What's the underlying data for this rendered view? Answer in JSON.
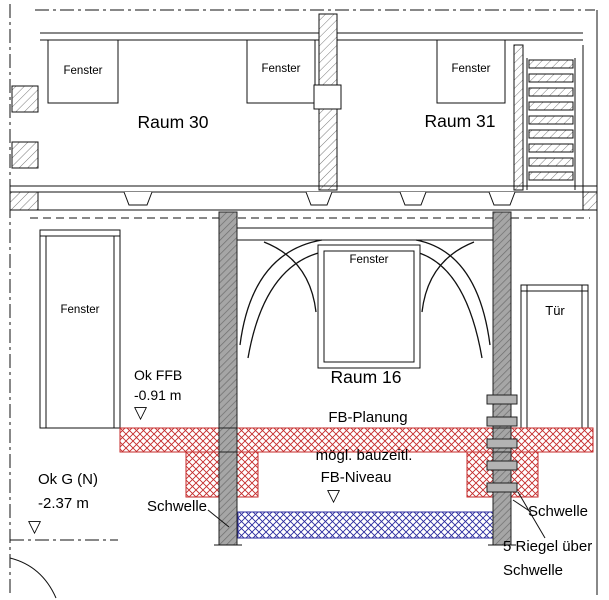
{
  "drawing": {
    "upper": {
      "window1": "Fenster",
      "room30": "Raum 30",
      "window2": "Fenster",
      "room31": "Raum 31",
      "window3": "Fenster"
    },
    "lower": {
      "window_left": "Fenster",
      "ok_ffb_label": "Ok FFB",
      "ok_ffb_value": "-0.91 m",
      "window_center": "Fenster",
      "room16": "Raum 16",
      "fb_planung": "FB-Planung",
      "door": "Tür",
      "ok_g_label": "Ok G (N)",
      "ok_g_value": "-2.37 m",
      "schwelle_left": "Schwelle",
      "bauzeitlich_line1": "mögl. bauzeitl.",
      "bauzeitlich_line2": "FB-Niveau",
      "schwelle_right": "Schwelle",
      "riegel_line1": "5 Riegel über",
      "riegel_line2": "Schwelle"
    },
    "symbols": {
      "level_marker": "▽"
    },
    "colors": {
      "red_hatch": "#c42a2a",
      "blue_hatch": "#2a2a9e",
      "post_gray": "#a6a6a6",
      "line": "#111111"
    }
  }
}
